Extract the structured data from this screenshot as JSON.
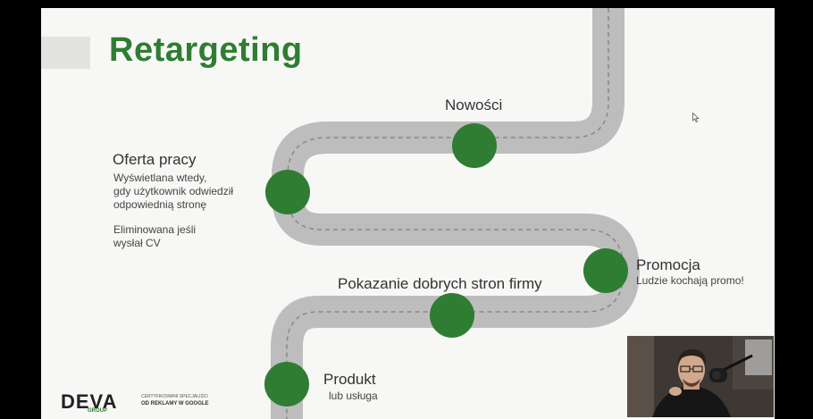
{
  "slide": {
    "title": "Retargeting",
    "milestones": {
      "nowosci": {
        "title": "Nowości"
      },
      "oferta": {
        "title": "Oferta pracy",
        "desc1": "Wyświetlana wtedy,",
        "desc2": "gdy użytkownik odwiedził",
        "desc3": "odpowiednią stronę",
        "desc4": "Eliminowana jeśli",
        "desc5": "wysłał CV"
      },
      "promocja": {
        "title": "Promocja",
        "subtitle": "Ludzie kochają promo!"
      },
      "pokazanie": {
        "title": "Pokazanie dobrych stron firmy"
      },
      "produkt": {
        "title": "Produkt",
        "subtitle": "lub usługa"
      }
    }
  },
  "logo": {
    "word": "DEVA",
    "sub": "GROUP",
    "tagline1": "CERTYFIKOWANI SPECJALIŚCI",
    "tagline2": "OD REKLAMY W GOOGLE"
  },
  "colors": {
    "accent": "#2e7d32",
    "road": "#bdbdbd",
    "milestone": "#2e7d32"
  },
  "icons": {
    "cursor": "mouse-pointer-icon",
    "webcam": "presenter-video-feed"
  }
}
